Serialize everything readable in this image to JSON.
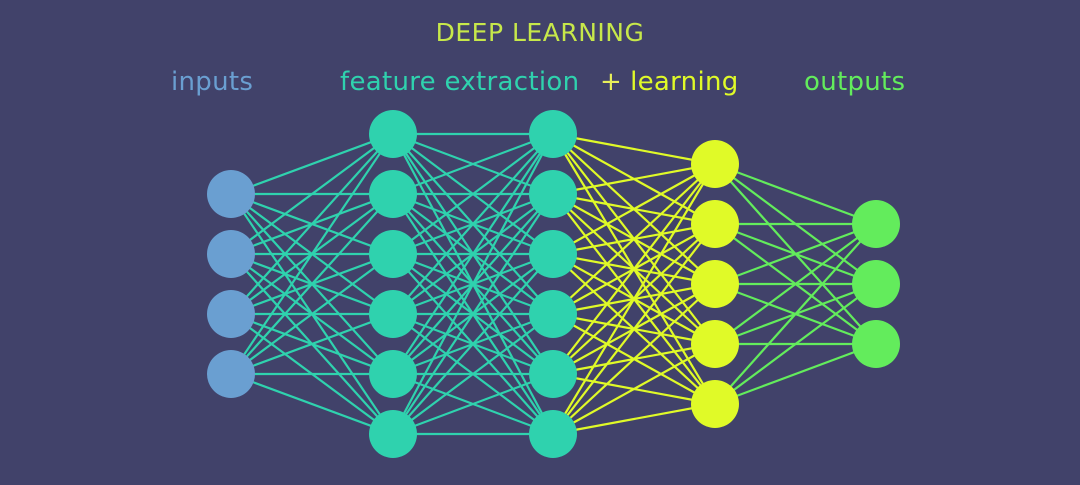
{
  "title": "DEEP LEARNING",
  "labels": {
    "inputs": "inputs",
    "feature_extraction": "feature extraction",
    "plus": "+",
    "learning": "learning",
    "outputs": "outputs"
  },
  "colors": {
    "background": "#41426a",
    "title": "#c7e84a",
    "inputs": "#6a9fd1",
    "feature": "#2fd2ae",
    "learning": "#e0fa28",
    "plus": "#e8f05a",
    "outputs": "#63ec5c"
  },
  "network": {
    "layers": [
      {
        "id": "input",
        "nodes": 4,
        "color": "inputs"
      },
      {
        "id": "hidden-1",
        "nodes": 6,
        "color": "feature"
      },
      {
        "id": "hidden-2",
        "nodes": 6,
        "color": "feature"
      },
      {
        "id": "hidden-3",
        "nodes": 5,
        "color": "learning"
      },
      {
        "id": "output",
        "nodes": 3,
        "color": "outputs"
      }
    ]
  }
}
